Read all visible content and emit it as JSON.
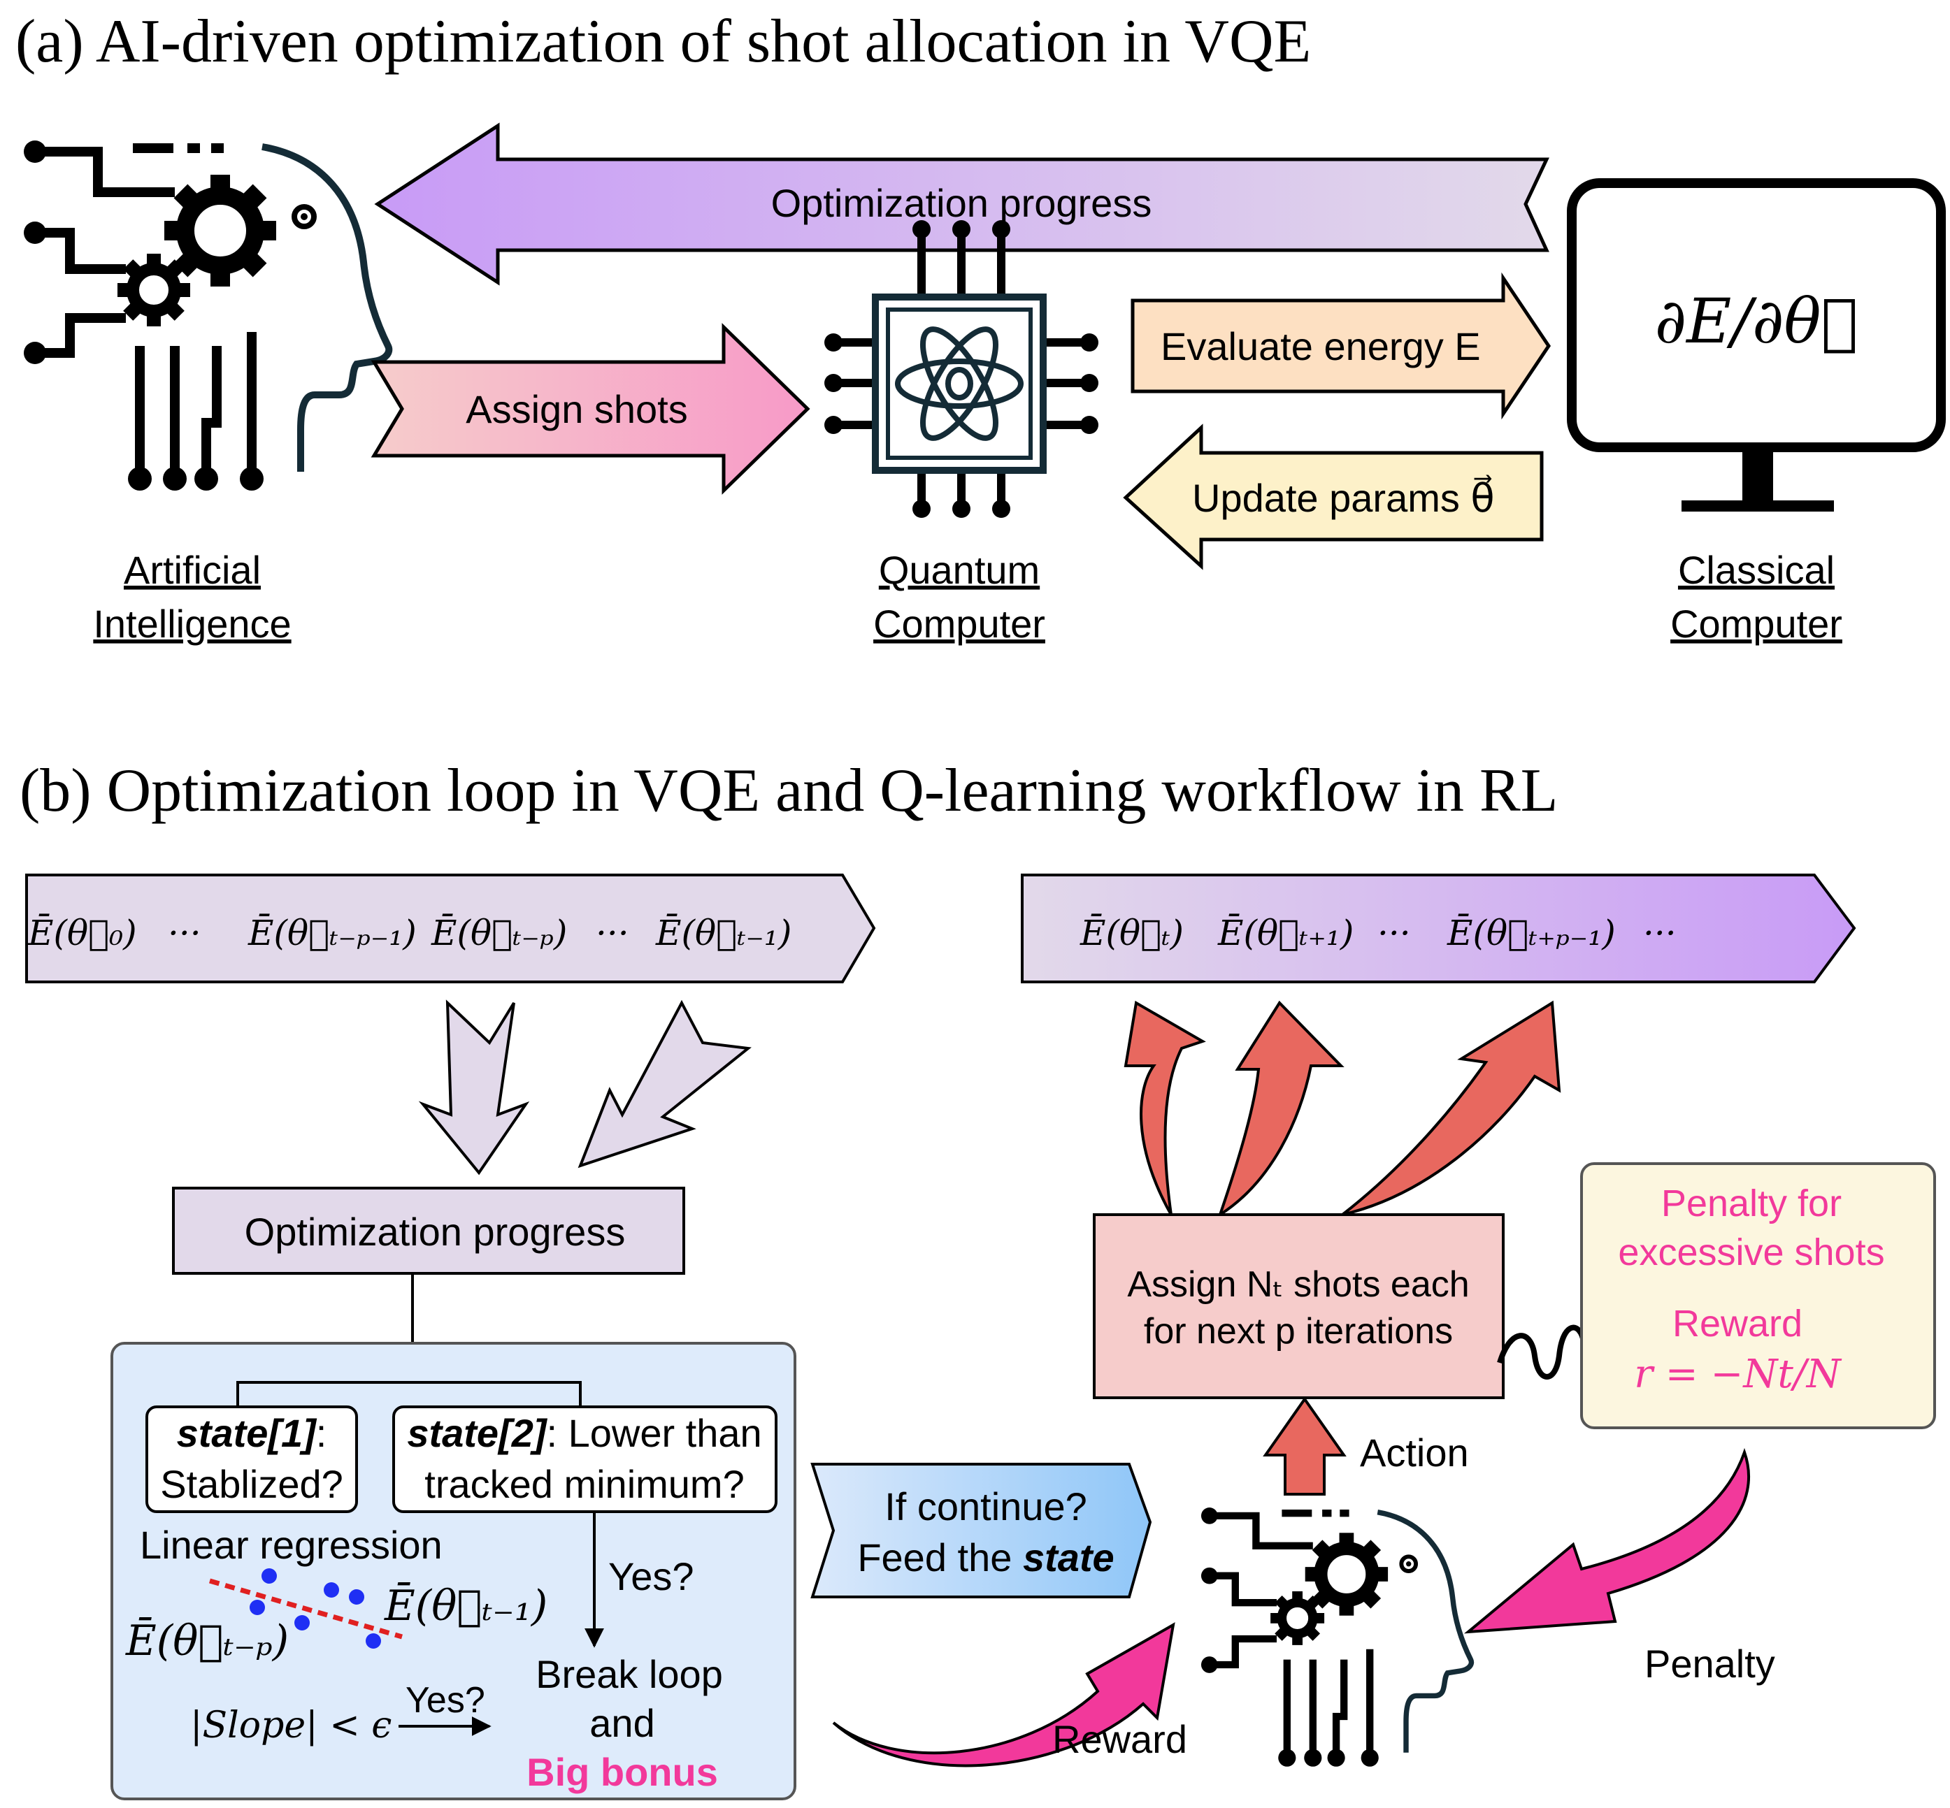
{
  "panel_a": {
    "title": "(a) AI-driven optimization of shot allocation in VQE",
    "arrow_progress_label": "Optimization progress",
    "arrow_assign_label": "Assign shots",
    "arrow_evaluate_label": "Evaluate energy E",
    "arrow_update_label": "Update params θ⃗",
    "monitor_formula": "∂E/∂θ⃗",
    "ai_label_line1": "Artificial",
    "ai_label_line2": "Intelligence",
    "qc_label_line1": "Quantum",
    "qc_label_line2": "Computer",
    "cc_label_line1": "Classical",
    "cc_label_line2": "Computer"
  },
  "panel_b": {
    "title": "(b) Optimization loop in VQE and Q-learning workflow in RL",
    "history_terms": [
      "Ē(θ⃗₀)",
      "···",
      "Ē(θ⃗ₜ₋ₚ₋₁)",
      "Ē(θ⃗ₜ₋ₚ)",
      "···",
      "Ē(θ⃗ₜ₋₁)"
    ],
    "future_terms": [
      "Ē(θ⃗ₜ)",
      "Ē(θ⃗ₜ₊₁)",
      "···",
      "Ē(θ⃗ₜ₊ₚ₋₁)",
      "···"
    ],
    "progress_box": "Optimization progress",
    "state1_bold": "state[1]",
    "state1_rest": ":",
    "state1_line2": "Stablized?",
    "state2_bold": "state[2]",
    "state2_rest": ": Lower than",
    "state2_line2": "tracked minimum?",
    "linear_regression": "Linear regression",
    "reg_label_right": "Ē(θ⃗ₜ₋₁)",
    "reg_label_left": "Ē(θ⃗ₜ₋ₚ)",
    "slope_condition": "|Slope| < ϵ",
    "yes1": "Yes?",
    "yes2": "Yes?",
    "break_line1": "Break loop",
    "break_line2": "and",
    "big_bonus": "Big bonus",
    "continue_line1": "If continue?",
    "continue_line2_prefix": "Feed the ",
    "continue_line2_bold": "state",
    "action_line1": "Assign Nₜ shots each",
    "action_line2": "for next p iterations",
    "action_label": "Action",
    "penalty_title_line1": "Penalty for",
    "penalty_title_line2": "excessive shots",
    "reward_title": "Reward",
    "reward_formula": "r = −Nt/N",
    "penalty_label": "Penalty",
    "reward_label": "Reward"
  },
  "colors": {
    "lavender": "#e2d9ea",
    "purple": "#c89bf6",
    "pink_arrow": "#f79ac8",
    "peach": "#fde0c2",
    "cream": "#fdf1c9",
    "salmon": "#f6cccb",
    "red_arrow": "#e8685f",
    "magenta": "#f2399b",
    "light_blue": "#deebfb",
    "cyan_arrow": "#8fc6f8",
    "note_bg": "#fcf6df",
    "chip_dark": "#142b36",
    "dot_blue": "#1f2ff4",
    "reg_red": "#e02020"
  }
}
